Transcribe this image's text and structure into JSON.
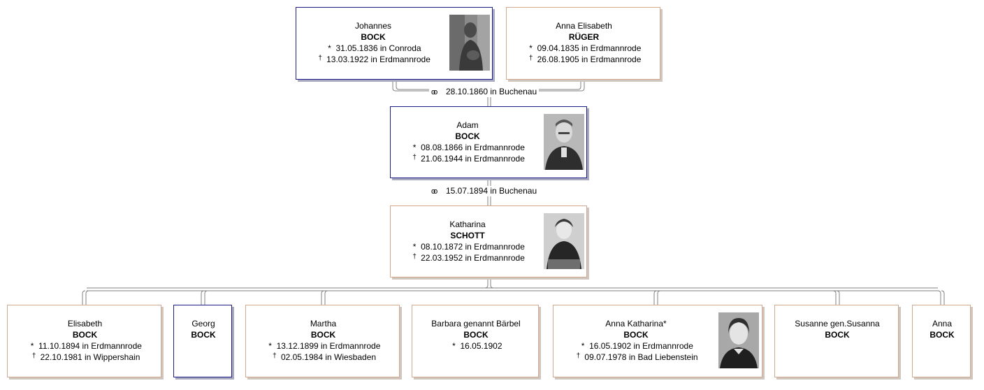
{
  "father": {
    "first": "Johannes",
    "surname": "BOCK",
    "birth": "31.05.1836 in Conroda",
    "death": "13.03.1922 in Erdmannrode"
  },
  "mother": {
    "first": "Anna Elisabeth",
    "surname": "RÜGER",
    "birth": "09.04.1835 in Erdmannrode",
    "death": "26.08.1905 in Erdmannrode"
  },
  "parents_marriage": "28.10.1860 in Buchenau",
  "person": {
    "first": "Adam",
    "surname": "BOCK",
    "birth": "08.08.1866 in Erdmannrode",
    "death": "21.06.1944 in Erdmannrode"
  },
  "marriage": "15.07.1894 in Buchenau",
  "spouse": {
    "first": "Katharina",
    "surname": "SCHOTT",
    "birth": "08.10.1872 in Erdmannrode",
    "death": "22.03.1952 in Erdmannrode"
  },
  "children": [
    {
      "first": "Elisabeth",
      "surname": "BOCK",
      "birth": "11.10.1894 in Erdmannrode",
      "death": "22.10.1981 in Wippershain"
    },
    {
      "first": "Georg",
      "surname": "BOCK"
    },
    {
      "first": "Martha",
      "surname": "BOCK",
      "birth": "13.12.1899 in Erdmannrode",
      "death": "02.05.1984 in Wiesbaden"
    },
    {
      "first": "Barbara genannt Bärbel",
      "surname": "BOCK",
      "birth": "16.05.1902"
    },
    {
      "first": "Anna Katharina*",
      "surname": "BOCK",
      "birth": "16.05.1902 in Erdmannrode",
      "death": "09.07.1978 in Bad Liebenstein"
    },
    {
      "first": "Susanne gen.Susanna",
      "surname": "BOCK"
    },
    {
      "first": "Anna",
      "surname": "BOCK"
    }
  ],
  "symbols": {
    "birth": "*",
    "death": "†",
    "marriage": "oo"
  },
  "colors": {
    "male_border": "#1c1c86",
    "female_border": "#d3a98d",
    "line": "#808080"
  }
}
